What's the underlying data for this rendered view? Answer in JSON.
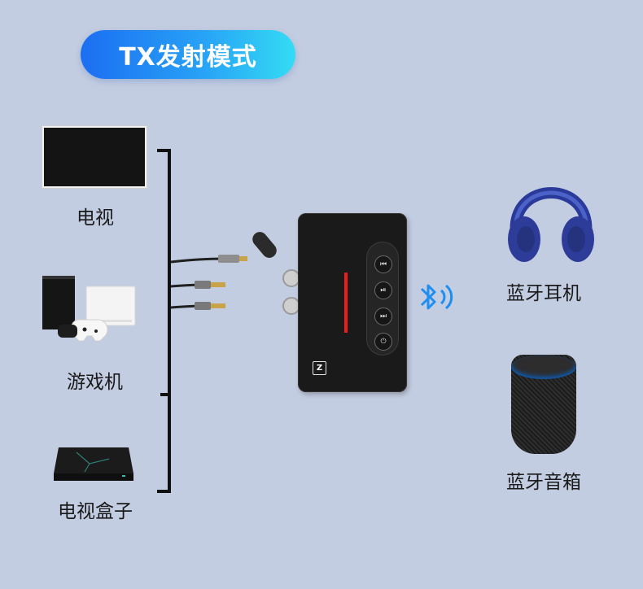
{
  "header": {
    "title": "TX发射模式"
  },
  "sources": [
    {
      "label": "电视",
      "icon": "tv-icon"
    },
    {
      "label": "游戏机",
      "icon": "game-console-icon"
    },
    {
      "label": "电视盒子",
      "icon": "tv-box-icon"
    }
  ],
  "device": {
    "name": "bluetooth-transmitter",
    "logo": "Z"
  },
  "targets": [
    {
      "label": "蓝牙耳机",
      "icon": "headphones-icon"
    },
    {
      "label": "蓝牙音箱",
      "icon": "speaker-icon"
    }
  ],
  "colors": {
    "accent": "#1c6ef2",
    "bluetooth": "#1e8ef0",
    "indicator": "#ee1c1c"
  }
}
